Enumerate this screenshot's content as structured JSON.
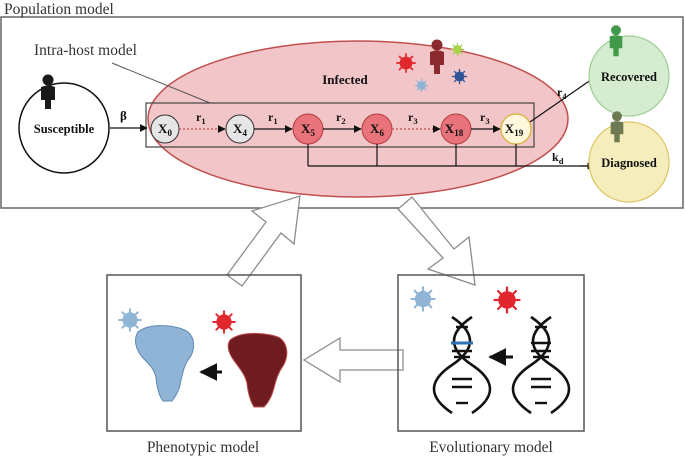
{
  "population": {
    "title": "Population model",
    "susceptible": "Susceptible",
    "beta": "β",
    "infected": "Infected",
    "recovered": "Recovered",
    "diagnosed": "Diagnosed",
    "r4": "r",
    "r4_sub": "4",
    "kd": "k",
    "kd_sub": "d"
  },
  "intrahost": {
    "title": "Intra-host model",
    "states": [
      {
        "base": "X",
        "sub": "0"
      },
      {
        "base": "X",
        "sub": "4"
      },
      {
        "base": "X",
        "sub": "5"
      },
      {
        "base": "X",
        "sub": "6"
      },
      {
        "base": "X",
        "sub": "18"
      },
      {
        "base": "X",
        "sub": "19"
      }
    ],
    "rates": [
      {
        "base": "r",
        "sub": "1"
      },
      {
        "base": "r",
        "sub": "1"
      },
      {
        "base": "r",
        "sub": "2"
      },
      {
        "base": "r",
        "sub": "3"
      },
      {
        "base": "r",
        "sub": "3"
      }
    ]
  },
  "phenotypic": {
    "title": "Phenotypic model"
  },
  "evolutionary": {
    "title": "Evolutionary model"
  },
  "colors": {
    "infected_fill": "#f2c5c8",
    "infected_stroke": "#c0504d",
    "early_state_fill": "#e6e6e6",
    "infectious_state_fill": "#e8737a",
    "late_state_fill": "#fff8dc",
    "recovered_fill": "#d5ecd0",
    "diagnosed_fill": "#f5edbb",
    "virus_red": "#e2262e",
    "virus_blue": "#8fb4d6",
    "virus_green": "#a6d34a",
    "virus_navy": "#2f5597"
  }
}
